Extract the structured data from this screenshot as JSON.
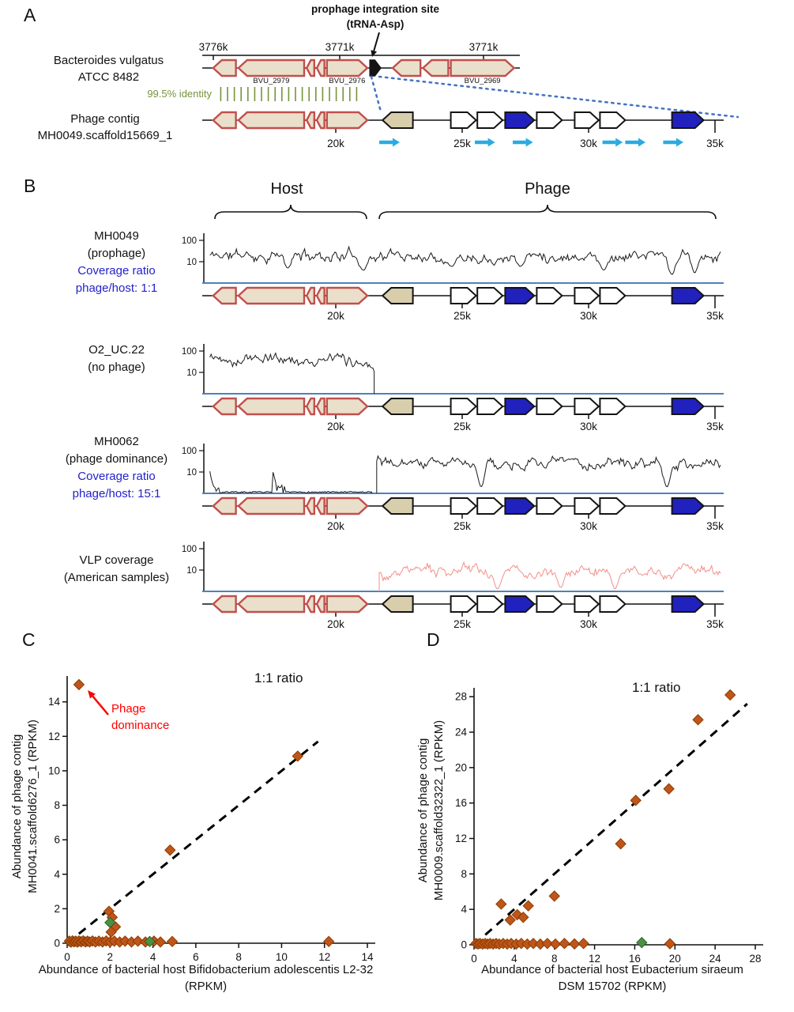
{
  "panels": {
    "a": "A",
    "b": "B",
    "c": "C",
    "d": "D"
  },
  "panel_a": {
    "annotation": {
      "line1": "prophage integration site",
      "line2": "(tRNA-Asp)"
    },
    "host_name": {
      "line1": "Bacteroides vulgatus",
      "line2": "ATCC 8482"
    },
    "identity_label": "99.5% identity",
    "phage_name": {
      "line1": "Phage contig",
      "line2": "MH0049.scaffold15669_1"
    },
    "host_coordinates": [
      "3776k",
      "3771k",
      "3771k"
    ],
    "gene_labels": [
      {
        "text": "BVU_2979",
        "kb": 17.45
      },
      {
        "text": "BVU_2976",
        "kb": 20.45
      },
      {
        "text": "BVU_2969",
        "kb": 25.8
      }
    ]
  },
  "genome": {
    "scale_ticks": [
      {
        "kb": 20,
        "label": "20k"
      },
      {
        "kb": 25,
        "label": "25k"
      },
      {
        "kb": 30,
        "label": "30k"
      },
      {
        "kb": 35,
        "label": "35k"
      }
    ],
    "host_genes_shared": [
      {
        "s": 15.15,
        "e": 16.05,
        "d": "l"
      },
      {
        "s": 16.15,
        "e": 18.75,
        "d": "l"
      },
      {
        "s": 18.85,
        "e": 19.15,
        "d": "l"
      },
      {
        "s": 19.25,
        "e": 19.55,
        "d": "l"
      },
      {
        "s": 19.65,
        "e": 21.25,
        "d": "r"
      }
    ],
    "integration_gene": {
      "s": 21.35,
      "e": 21.78,
      "d": "r"
    },
    "host_genes_downstream": [
      {
        "s": 22.25,
        "e": 23.35,
        "d": "l"
      },
      {
        "s": 23.45,
        "e": 24.45,
        "d": "l"
      },
      {
        "s": 24.55,
        "e": 27.05,
        "d": "r"
      }
    ],
    "phage_genes": [
      {
        "s": 21.85,
        "e": 23.05,
        "d": "l",
        "f": "tan"
      },
      {
        "s": 24.55,
        "e": 25.55,
        "d": "r",
        "f": "white"
      },
      {
        "s": 25.6,
        "e": 26.6,
        "d": "r",
        "f": "white"
      },
      {
        "s": 26.7,
        "e": 27.85,
        "d": "r",
        "f": "blue"
      },
      {
        "s": 27.95,
        "e": 28.95,
        "d": "r",
        "f": "white"
      },
      {
        "s": 29.45,
        "e": 30.4,
        "d": "r",
        "f": "white"
      },
      {
        "s": 30.45,
        "e": 31.45,
        "d": "r",
        "f": "white"
      },
      {
        "s": 33.3,
        "e": 34.55,
        "d": "r",
        "f": "blue"
      }
    ],
    "cyan_arrows": [
      {
        "s": 21.72,
        "e": 22.53
      },
      {
        "s": 25.5,
        "e": 26.3
      },
      {
        "s": 27.0,
        "e": 27.8
      },
      {
        "s": 30.55,
        "e": 31.35
      },
      {
        "s": 31.45,
        "e": 32.25
      },
      {
        "s": 32.95,
        "e": 33.75
      }
    ],
    "identity_region": [
      15.45,
      21.05
    ]
  },
  "panel_b": {
    "host_bracket": "Host",
    "phage_bracket": "Phage",
    "tracks": [
      {
        "name": "MH0049",
        "sub": "(prophage)",
        "ratio1": "Coverage ratio",
        "ratio2": "phage/host: 1:1"
      },
      {
        "name": "O2_UC.22",
        "sub": "(no phage)"
      },
      {
        "name": "MH0062",
        "sub": "(phage dominance)",
        "ratio1": "Coverage ratio",
        "ratio2": "phage/host: 15:1"
      },
      {
        "name": "VLP coverage",
        "sub": "(American samples)"
      }
    ]
  },
  "chart_data": [
    {
      "id": "panel_c",
      "type": "scatter",
      "xlabel_line1": "Abundance of bacterial host Bifidobacterium adolescentis L2-32",
      "xlabel_line2": "(RPKM)",
      "ylabel_line1": "Abundance of phage contig",
      "ylabel_line2": "MH0041.scaffold6276_1 (RPKM)",
      "xlim": [
        0,
        14
      ],
      "ylim": [
        0,
        15.5
      ],
      "xticks": [
        0,
        2,
        4,
        6,
        8,
        10,
        12,
        14
      ],
      "yticks": [
        0,
        2,
        4,
        6,
        8,
        10,
        12,
        14
      ],
      "ratio_label": "1:1 ratio",
      "annotation_line1": "Phage",
      "annotation_line2": "dominance",
      "identity_line_end": 11.7,
      "series": [
        {
          "name": "samples",
          "color": "orange",
          "points": [
            [
              0.55,
              15.0
            ],
            [
              10.75,
              10.85
            ],
            [
              4.8,
              5.4
            ],
            [
              1.95,
              1.85
            ],
            [
              2.1,
              1.5
            ],
            [
              2.25,
              0.95
            ],
            [
              2.05,
              0.65
            ],
            [
              12.2,
              0.1
            ],
            [
              0.1,
              0.12
            ],
            [
              0.18,
              0.06
            ],
            [
              0.25,
              0.14
            ],
            [
              0.32,
              0.08
            ],
            [
              0.4,
              0.12
            ],
            [
              0.48,
              0.06
            ],
            [
              0.55,
              0.13
            ],
            [
              0.65,
              0.08
            ],
            [
              0.75,
              0.14
            ],
            [
              0.85,
              0.07
            ],
            [
              0.95,
              0.12
            ],
            [
              1.05,
              0.07
            ],
            [
              1.18,
              0.13
            ],
            [
              1.32,
              0.07
            ],
            [
              1.48,
              0.12
            ],
            [
              1.65,
              0.07
            ],
            [
              1.82,
              0.13
            ],
            [
              2.0,
              0.07
            ],
            [
              2.2,
              0.12
            ],
            [
              2.45,
              0.07
            ],
            [
              2.7,
              0.12
            ],
            [
              3.0,
              0.07
            ],
            [
              3.3,
              0.12
            ],
            [
              3.65,
              0.07
            ],
            [
              4.05,
              0.12
            ],
            [
              4.35,
              0.07
            ],
            [
              4.9,
              0.1
            ]
          ]
        },
        {
          "name": "highlighted",
          "color": "green",
          "points": [
            [
              2.0,
              1.2
            ],
            [
              3.85,
              0.1
            ]
          ]
        }
      ]
    },
    {
      "id": "panel_d",
      "type": "scatter",
      "xlabel_line1": "Abundance of bacterial host Eubacterium siraeum",
      "xlabel_line2": "DSM 15702 (RPKM)",
      "ylabel_line1": "Abundance of phage contig",
      "ylabel_line2": "MH0009.scaffold32322_1 (RPKM)",
      "xlim": [
        0,
        28
      ],
      "ylim": [
        0,
        29
      ],
      "xticks": [
        0,
        4,
        8,
        12,
        16,
        20,
        24,
        28
      ],
      "yticks": [
        0,
        4,
        8,
        12,
        16,
        20,
        24,
        28
      ],
      "ratio_label": "1:1 ratio",
      "identity_line_end": 27.2,
      "series": [
        {
          "name": "samples",
          "color": "orange",
          "points": [
            [
              25.5,
              28.2
            ],
            [
              22.3,
              25.4
            ],
            [
              19.4,
              17.6
            ],
            [
              16.1,
              16.3
            ],
            [
              14.6,
              11.4
            ],
            [
              8.0,
              5.5
            ],
            [
              5.4,
              4.4
            ],
            [
              2.7,
              4.6
            ],
            [
              4.3,
              3.4
            ],
            [
              4.9,
              3.1
            ],
            [
              3.6,
              2.8
            ],
            [
              0.2,
              0.15
            ],
            [
              0.4,
              0.08
            ],
            [
              0.6,
              0.15
            ],
            [
              0.85,
              0.08
            ],
            [
              1.1,
              0.15
            ],
            [
              1.35,
              0.08
            ],
            [
              1.6,
              0.15
            ],
            [
              1.9,
              0.08
            ],
            [
              2.2,
              0.15
            ],
            [
              2.5,
              0.08
            ],
            [
              2.9,
              0.15
            ],
            [
              3.3,
              0.08
            ],
            [
              3.7,
              0.15
            ],
            [
              4.2,
              0.08
            ],
            [
              4.7,
              0.15
            ],
            [
              5.3,
              0.08
            ],
            [
              5.9,
              0.15
            ],
            [
              6.6,
              0.08
            ],
            [
              7.3,
              0.15
            ],
            [
              8.1,
              0.08
            ],
            [
              9.0,
              0.15
            ],
            [
              10.0,
              0.1
            ],
            [
              10.9,
              0.15
            ],
            [
              19.5,
              0.12
            ]
          ]
        },
        {
          "name": "highlighted",
          "color": "green",
          "points": [
            [
              16.7,
              0.25
            ]
          ]
        }
      ]
    },
    {
      "id": "coverage_tracks",
      "type": "line",
      "x_unit": "kb",
      "x_range": [
        15,
        35.25
      ],
      "yscale": "log",
      "yticks": [
        10,
        100
      ],
      "tracks": [
        {
          "sample": "MH0049 (prophage)",
          "color": "black",
          "segments": [
            {
              "from": 15.0,
              "to": 35.25,
              "mean": [
                20,
                20
              ],
              "spiky": false
            }
          ],
          "dips": [
            {
              "kb": 18.1,
              "to": 5
            },
            {
              "kb": 21.1,
              "to": 4
            },
            {
              "kb": 24.6,
              "to": 6
            },
            {
              "kb": 27.3,
              "to": 6
            },
            {
              "kb": 30.6,
              "to": 4
            },
            {
              "kb": 33.3,
              "to": 2.5
            },
            {
              "kb": 34.2,
              "to": 3
            }
          ]
        },
        {
          "sample": "O2_UC.22 (no phage)",
          "color": "black",
          "segments": [
            {
              "from": 15.0,
              "to": 21.55,
              "mean": [
                48,
                30
              ],
              "spiky": false
            }
          ],
          "dips": []
        },
        {
          "sample": "MH0062 (phage dominance)",
          "color": "black",
          "segments": [
            {
              "from": 15.0,
              "to": 21.45,
              "mean": [
                2,
                2
              ],
              "spiky": true
            },
            {
              "from": 21.6,
              "to": 35.25,
              "mean": [
                28,
                24
              ],
              "spiky": false
            }
          ],
          "dips": [
            {
              "kb": 25.75,
              "to": 2
            },
            {
              "kb": 33.1,
              "to": 2
            }
          ]
        },
        {
          "sample": "VLP coverage (American samples)",
          "color": "pink",
          "segments": [
            {
              "from": 21.7,
              "to": 35.25,
              "mean": [
                8,
                9
              ],
              "spiky": false
            }
          ],
          "dips": [
            {
              "kb": 26.4,
              "to": 1.3
            },
            {
              "kb": 28.9,
              "to": 1.5
            },
            {
              "kb": 31.05,
              "to": 1.3
            }
          ]
        }
      ]
    }
  ],
  "colors": {
    "host_gene_stroke": "#C0504D",
    "host_gene_fill": "#EADFCB",
    "tan_fill": "#D8CEAC",
    "white_fill": "#FFFFFF",
    "blue_fill": "#2121BE",
    "dark": "#141414",
    "identity_green": "#77933C",
    "dotted_blue": "#4472C4",
    "cyan": "#29ABE2",
    "baseline_blue": "#4F81BD",
    "cov_black": "#1a1a1a",
    "cov_pink": "#F2908A",
    "diamond_orange": "#C0551A",
    "diamond_orange_stroke": "#8A3D00",
    "diamond_green": "#4C9141",
    "diamond_green_stroke": "#2C5E2E",
    "ratio_blue": "#2222CC",
    "red": "#FF0000"
  }
}
